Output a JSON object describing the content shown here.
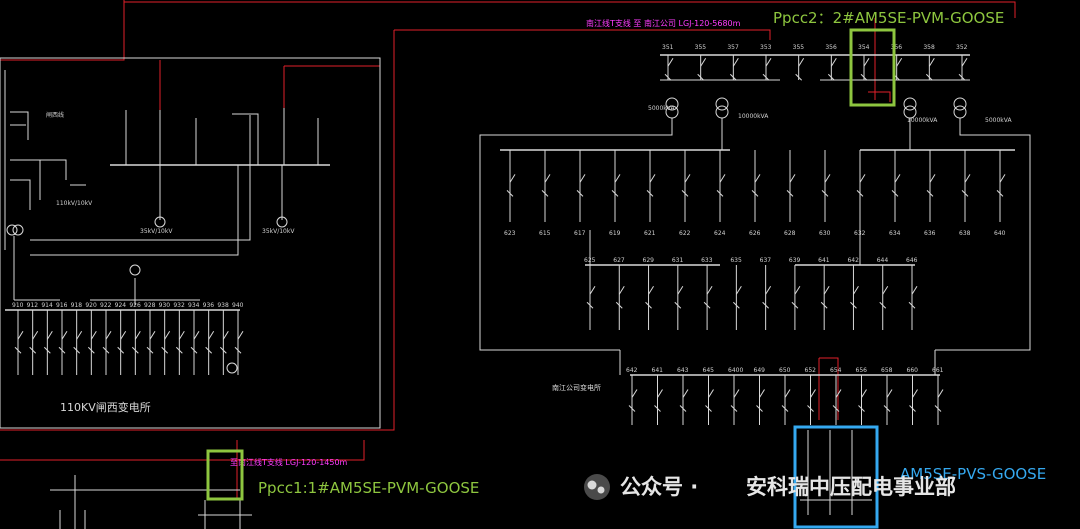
{
  "colors": {
    "background": "#000000",
    "wire": "#d9d9d9",
    "red_wire": "#e0202a",
    "pink_text": "#ff3cff",
    "ppcc_box": "#8ec63f",
    "ams_box": "#35a9f0"
  },
  "callouts": {
    "ppcc2": "Ppcc2：2#AM5SE-PVM-GOOSE",
    "ppcc1": "Ppcc1:1#AM5SE-PVM-GOOSE",
    "am5se_pvs": "AM5SE-PVS-GOOSE"
  },
  "left_substation": {
    "name": "110KV闸西变电所",
    "line_label": "闸西线",
    "tx_110": "110kV/10kV",
    "tx_35": "35kV/10kV"
  },
  "right_substation": {
    "name": "南江公司变电所",
    "top_pink": "南江线T支线 至 南江公司 LGJ-120-5680m",
    "pink_bottom": "至南江线T支线 LGJ-120-1450m",
    "capacity_1": "5000kVA",
    "capacity_2": "10000kVA",
    "capacity_3": "10000kVA",
    "capacity_4": "5000kVA"
  },
  "watermark": {
    "prefix": "公众号 ·",
    "company": "安科瑞中压配电事业部"
  },
  "breakers_top": [
    "351",
    "355",
    "357",
    "353",
    "355",
    "356",
    "354",
    "356",
    "358",
    "352"
  ],
  "feeders_mid": [
    "623",
    "615",
    "617",
    "619",
    "621",
    "622",
    "624",
    "626",
    "628",
    "630",
    "632",
    "634",
    "636",
    "638",
    "640"
  ],
  "feeders_mid2": [
    "625",
    "627",
    "629",
    "631",
    "633",
    "635",
    "637",
    "639",
    "641",
    "642",
    "644",
    "646"
  ],
  "feeders_bottom": [
    "642",
    "641",
    "643",
    "645",
    "6400",
    "649",
    "650",
    "652",
    "654",
    "656",
    "658",
    "660",
    "661"
  ],
  "left_feeders": [
    "910",
    "912",
    "914",
    "916",
    "918",
    "920",
    "922",
    "924",
    "926",
    "928",
    "930",
    "932",
    "934",
    "936",
    "938",
    "940"
  ]
}
